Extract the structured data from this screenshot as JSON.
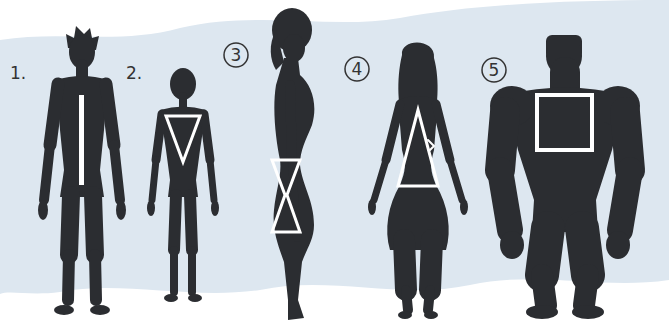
{
  "diagram": {
    "labels": [
      "1.",
      "2.",
      "3",
      "4",
      "5"
    ]
  }
}
